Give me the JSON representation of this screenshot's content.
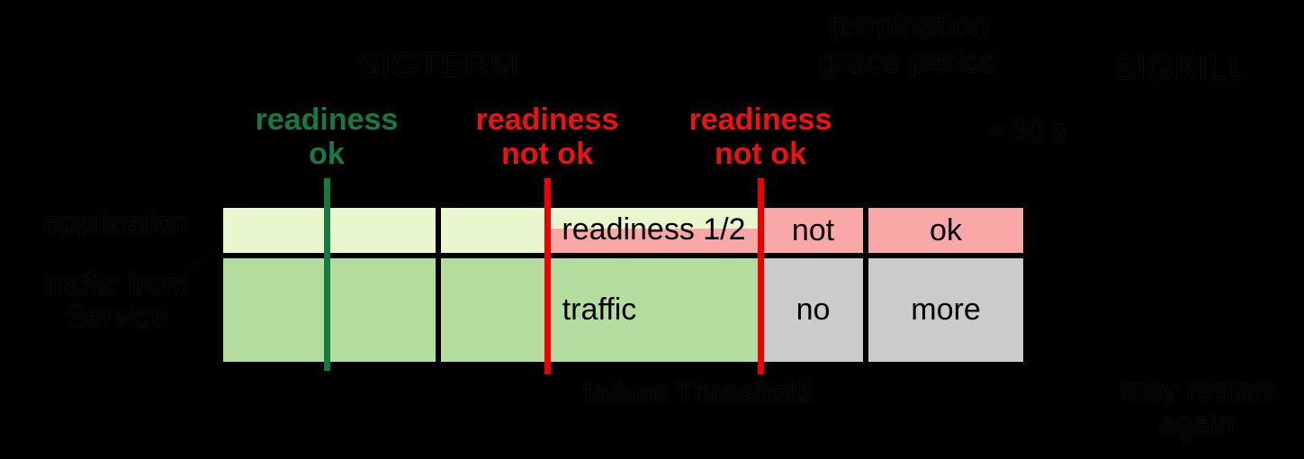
{
  "diagram": {
    "background_color": "#000000",
    "signals": {
      "start_signal": "SIGTERM",
      "end_signal": "SIGKILL"
    },
    "grace_note": {
      "line1": "termination",
      "line2": "grace period",
      "duration": "≈ 30 s"
    },
    "markers": [
      {
        "line1": "readiness",
        "line2": "ok",
        "color": "#177a42",
        "line_color": "#157a3d"
      },
      {
        "line1": "readiness",
        "line2": "not ok",
        "color": "#ee1111",
        "line_color": "#ee0000"
      },
      {
        "line1": "readiness",
        "line2": "not ok",
        "color": "#ee1111",
        "line_color": "#ee0000"
      }
    ],
    "rows": [
      {
        "label": "application",
        "segments": [
          {
            "text": "",
            "color": "#e9f7cf"
          },
          {
            "text": "readiness 1/2",
            "color": "#e9f7cf",
            "partial_color": "#f9a7a7"
          },
          {
            "text": "not",
            "color": "#f9a7a7"
          },
          {
            "text": "ok",
            "color": "#f9a7a7"
          }
        ]
      },
      {
        "label_line1": "traffic from",
        "label_line2": "Service",
        "segments": [
          {
            "text": "",
            "color": "#b4dc9e"
          },
          {
            "text": "traffic",
            "color": "#b4dc9e"
          },
          {
            "text": "no",
            "color": "#cbcbcb"
          },
          {
            "text": "more",
            "color": "#cbcbcb"
          }
        ]
      }
    ],
    "annotations": {
      "failure_threshold": "failure Threshold",
      "restart_line1": "may restart",
      "restart_line2": "again"
    }
  }
}
